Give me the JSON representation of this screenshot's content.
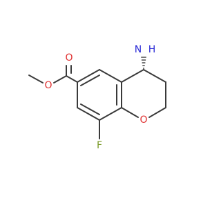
{
  "molecule": {
    "atoms": {
      "amine_n": {
        "label": "N",
        "color": "#2b2bd6"
      },
      "amine_h2": {
        "label": "H",
        "color": "#2b2bd6"
      },
      "ring_o": {
        "label": "O",
        "color": "#e03030"
      },
      "carbonyl_o": {
        "label": "O",
        "color": "#e03030"
      },
      "ester_o": {
        "label": "O",
        "color": "#e03030"
      },
      "fluorine": {
        "label": "F",
        "color": "#7a9a28"
      }
    },
    "bond_color": "#3a3a3a"
  }
}
